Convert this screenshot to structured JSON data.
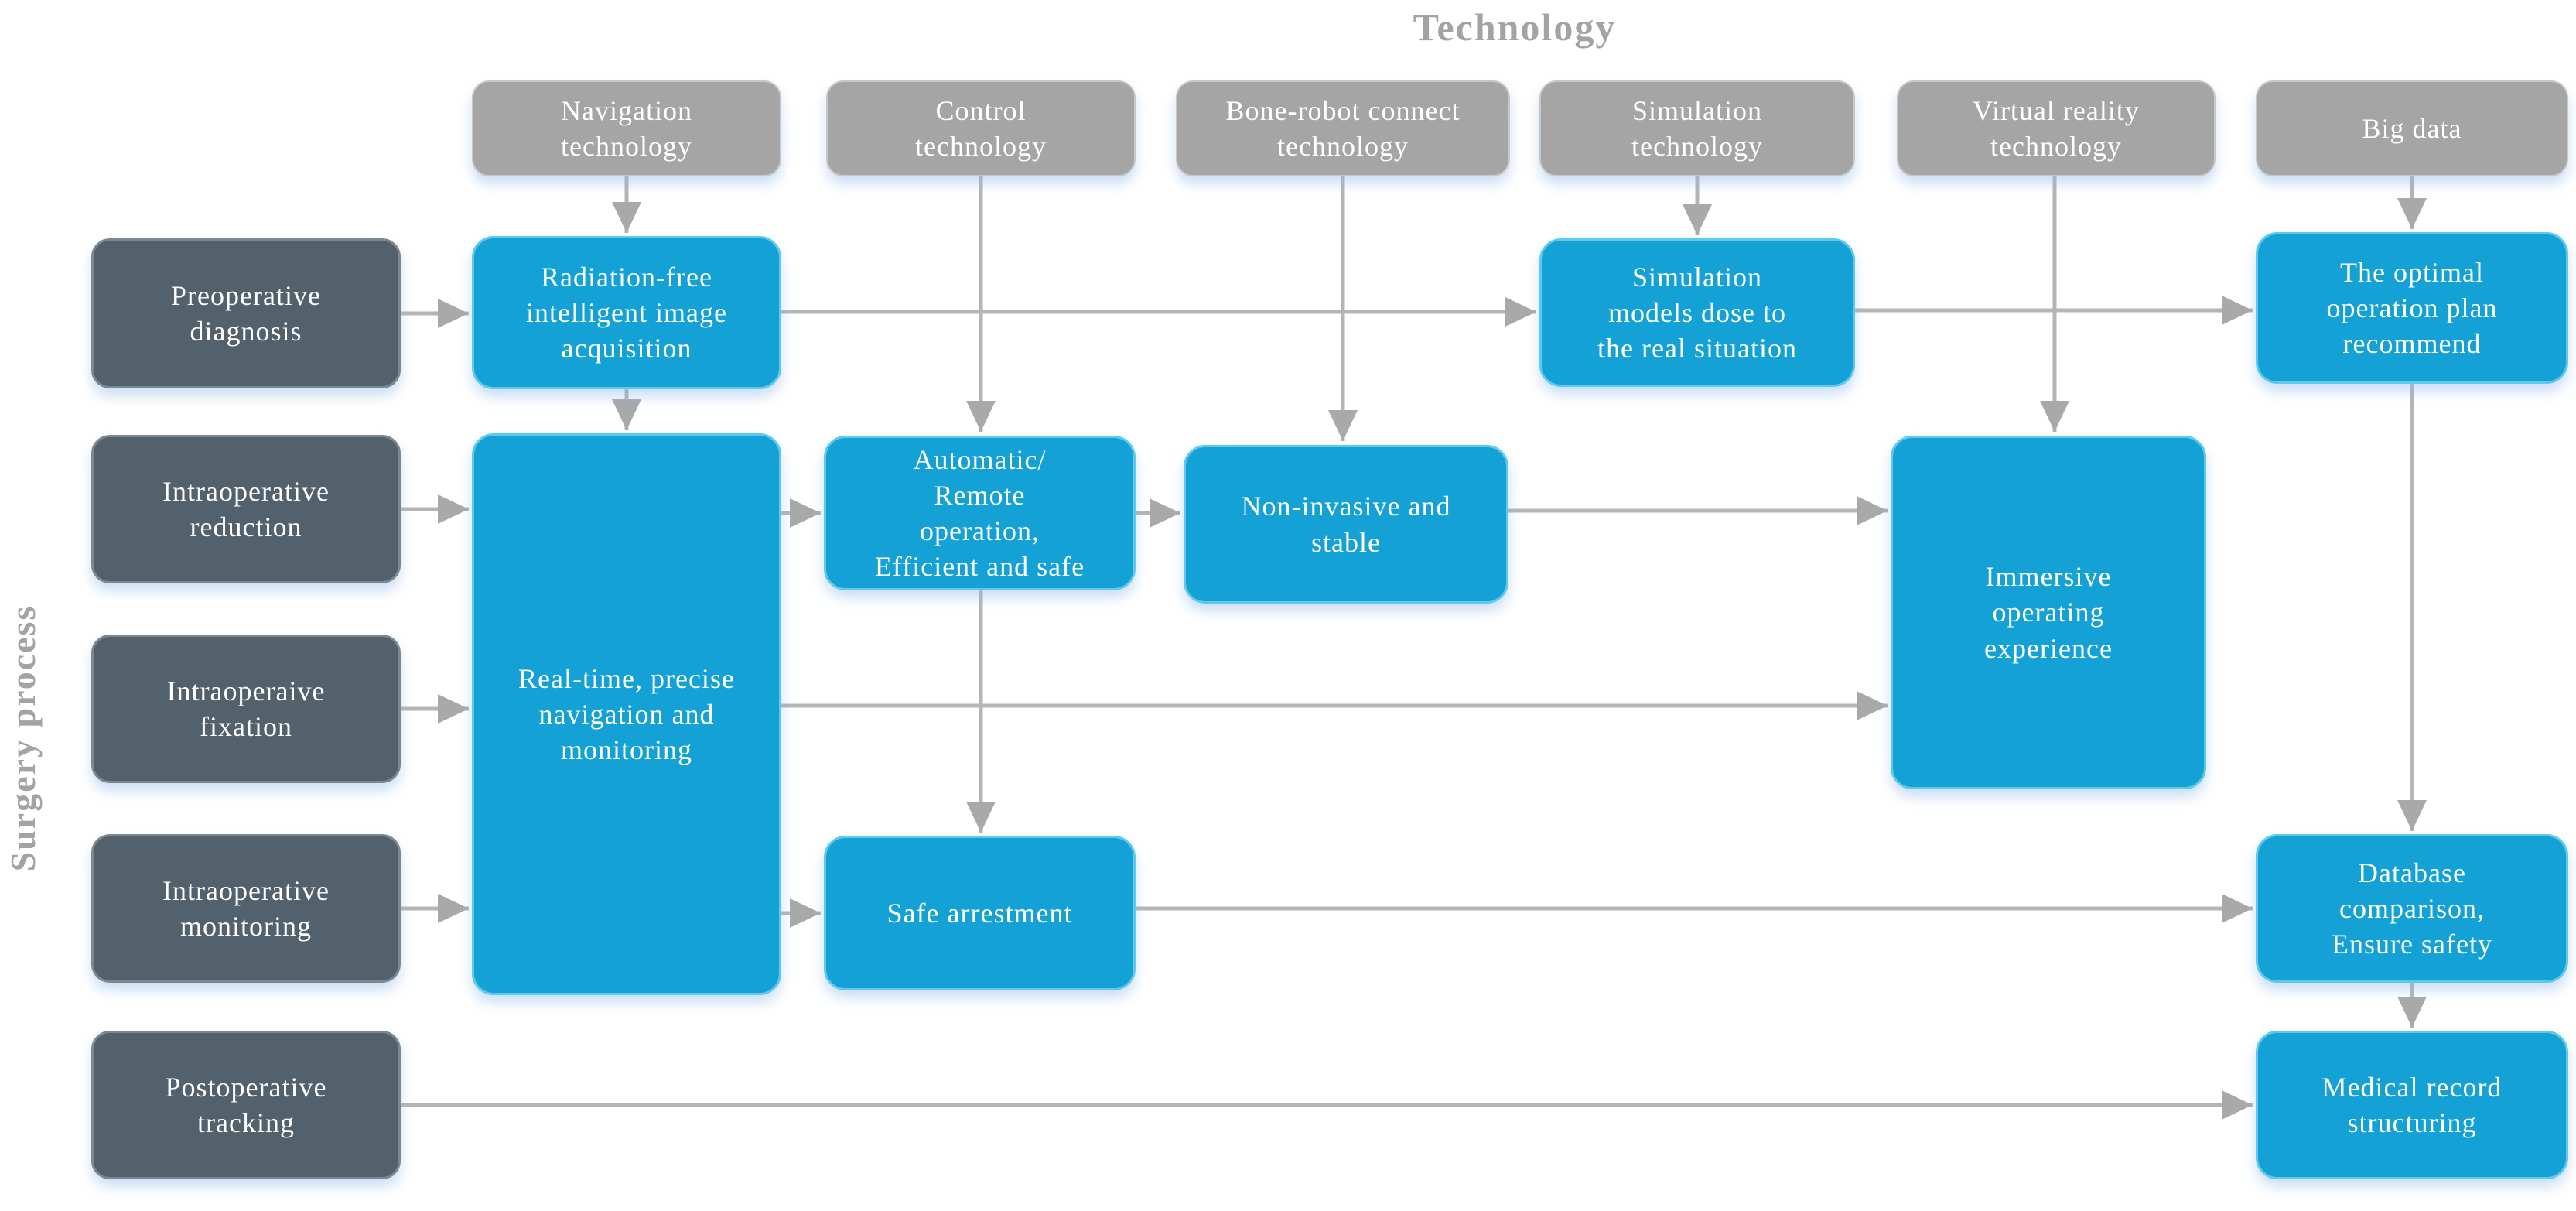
{
  "title": "Technology",
  "side_label": "Surgery process",
  "technology_boxes": [
    {
      "label": "Navigation\ntechnology"
    },
    {
      "label": "Control\ntechnology"
    },
    {
      "label": "Bone-robot connect\ntechnology"
    },
    {
      "label": "Simulation\ntechnology"
    },
    {
      "label": "Virtual reality\ntechnology"
    },
    {
      "label": "Big data"
    }
  ],
  "process_boxes": [
    {
      "label": "Preoperative\ndiagnosis"
    },
    {
      "label": "Intraoperative\nreduction"
    },
    {
      "label": "Intraoperaive\nfixation"
    },
    {
      "label": "Intraoperative\nmonitoring"
    },
    {
      "label": "Postoperative\ntracking"
    }
  ],
  "feature_boxes": [
    {
      "label": "Radiation-free\nintelligent image\nacquisition"
    },
    {
      "label": "Real-time, precise\nnavigation and\nmonitoring"
    },
    {
      "label": "Automatic/\nRemote\noperation,\nEfficient and safe"
    },
    {
      "label": "Non-invasive and\nstable"
    },
    {
      "label": "Simulation\nmodels dose to\nthe real situation"
    },
    {
      "label": "The optimal\noperation plan\nrecommend"
    },
    {
      "label": "Immersive\noperating\nexperience"
    },
    {
      "label": "Safe arrestment"
    },
    {
      "label": "Database\ncomparison,\nEnsure safety"
    },
    {
      "label": "Medical record\nstructuring"
    }
  ],
  "colors": {
    "technology_box_fill": "#a5a5a5",
    "process_box_fill": "#53616c",
    "feature_box_fill": "#14a1d6",
    "feature_box_border": "#5ec9ec",
    "connector_line": "#b5b5b5",
    "arrowhead": "#a9a9a9",
    "heading_text": "#a3a3a3",
    "box_text": "#ffffff"
  }
}
